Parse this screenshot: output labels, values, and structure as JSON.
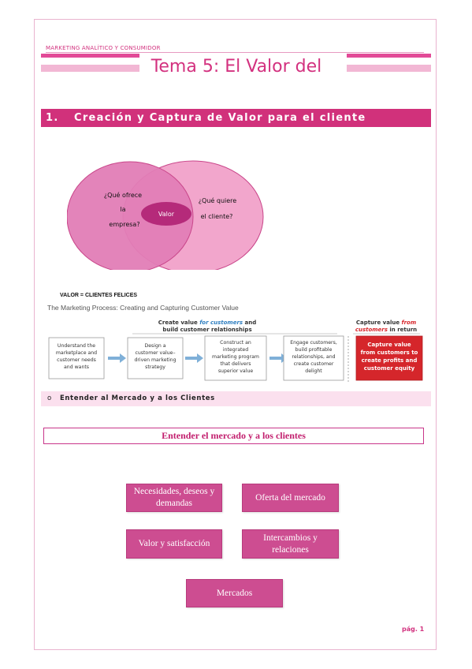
{
  "header": {
    "course": "MARKETING ANALÍTICO Y CONSUMIDOR",
    "title": "Tema 5: El Valor del"
  },
  "section": {
    "number": "1.",
    "title": "Creación y Captura de Valor para el cliente"
  },
  "venn": {
    "left_lines": [
      "¿Qué ofrece",
      "la",
      "empresa?"
    ],
    "center": "Valor",
    "right_lines": [
      "¿Qué quiere",
      "el cliente?"
    ]
  },
  "valor_equation": "VALOR = CLIENTES FELICES",
  "process": {
    "title": "The Marketing Process: Creating and Capturing Customer Value",
    "create_header_line1_pre": "Create value ",
    "create_header_line1_em": "for customers",
    "create_header_line1_post": " and",
    "create_header_line2": "build customer relationships",
    "capture_header_line1_pre": "Capture value ",
    "capture_header_line1_em": "from",
    "capture_header_line2_em": "customers",
    "capture_header_line2_post": " in return",
    "steps": [
      {
        "lines": [
          "Understand the",
          "marketplace and",
          "customer needs",
          "and wants"
        ]
      },
      {
        "lines": [
          "Design a",
          "customer value–",
          "driven marketing",
          "strategy"
        ]
      },
      {
        "lines": [
          "Construct an",
          "integrated",
          "marketing program",
          "that delivers",
          "superior value"
        ]
      },
      {
        "lines": [
          "Engage customers,",
          "build profitable",
          "relationships, and",
          "create customer",
          "delight"
        ]
      },
      {
        "lines": [
          "Capture value",
          "from customers to",
          "create profits and",
          "customer equity"
        ]
      }
    ],
    "colors": {
      "accent_blue": "#2f7fc1",
      "accent_red": "#d7262b",
      "capture_box": "#d5262b"
    }
  },
  "subsection": {
    "bullet": "o",
    "title": "Entender al Mercado y a los Clientes"
  },
  "diagram": {
    "title": "Entender el mercado y a los clientes",
    "boxes": [
      "Necesidades, deseos y demandas",
      "Oferta del mercado",
      "Valor y satisfacción",
      "Intercambios y relaciones",
      "Mercados"
    ]
  },
  "footer": {
    "page": "pág. 1"
  },
  "colors": {
    "brand_pink": "#d3317f",
    "light_pink": "#f2b7d4",
    "box_pink": "#cd4d91"
  }
}
